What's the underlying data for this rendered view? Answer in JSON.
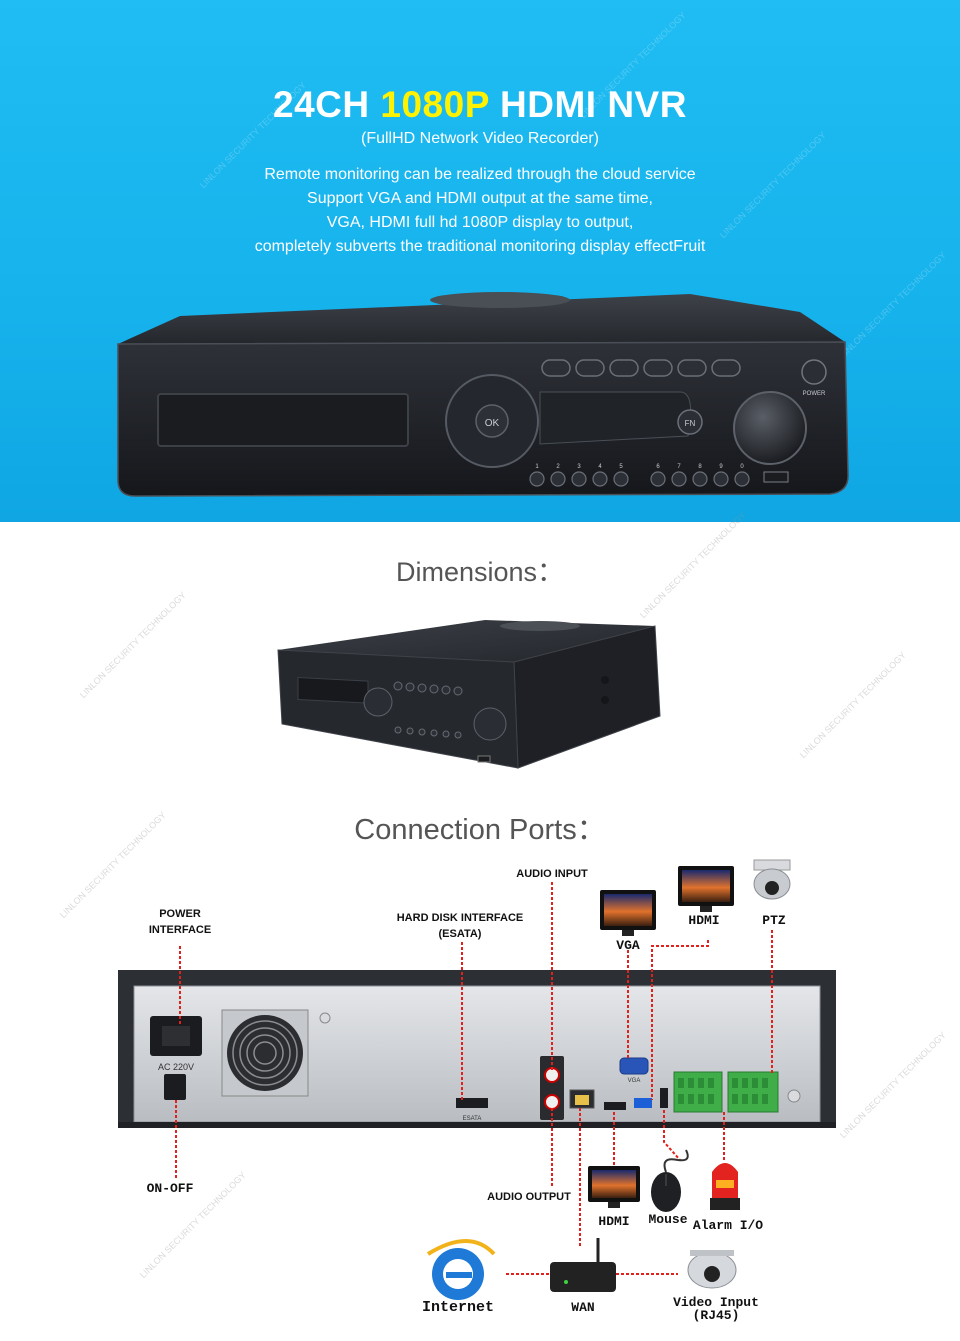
{
  "hero": {
    "title_prefix": "24CH ",
    "title_highlight": "1080P",
    "title_suffix": " HDMI NVR",
    "subtitle": "(FullHD Network Video Recorder)",
    "lines": [
      "Remote monitoring can be realized through the cloud service",
      "Support VGA and HDMI output at the same time,",
      "VGA, HDMI full hd 1080P display to output,",
      "completely subverts the traditional monitoring display effectFruit"
    ],
    "background_color": "#16b2ec",
    "highlight_color": "#fff200"
  },
  "device_front": {
    "power_label": "POWER",
    "ok_label": "OK",
    "fn_label": "FN",
    "number_keys": [
      "1",
      "2",
      "3",
      "4",
      "5",
      "6",
      "7",
      "8",
      "9",
      "0"
    ]
  },
  "dimensions": {
    "title": "Dimensions："
  },
  "ports": {
    "title": "Connection Ports：",
    "labels": {
      "power_interface": "POWER\nINTERFACE",
      "hard_disk": "HARD DISK INTERFACE\n(ESATA)",
      "audio_input": "AUDIO INPUT",
      "audio_output": "AUDIO OUTPUT",
      "on_off": "ON-OFF",
      "vga": "VGA",
      "hdmi_top": "HDMI",
      "ptz": "PTZ",
      "hdmi_bottom": "HDMI",
      "mouse": "Mouse",
      "alarm": "Alarm I/O",
      "internet": "Internet",
      "wan": "WAN",
      "video_input": "Video Input\n(RJ45)"
    },
    "panel_labels": {
      "ac": "AC  220V",
      "esata": "ESATA",
      "vga_port": "VGA"
    }
  },
  "watermark_text": "LINLON SECURITY TECHNOLOGY"
}
